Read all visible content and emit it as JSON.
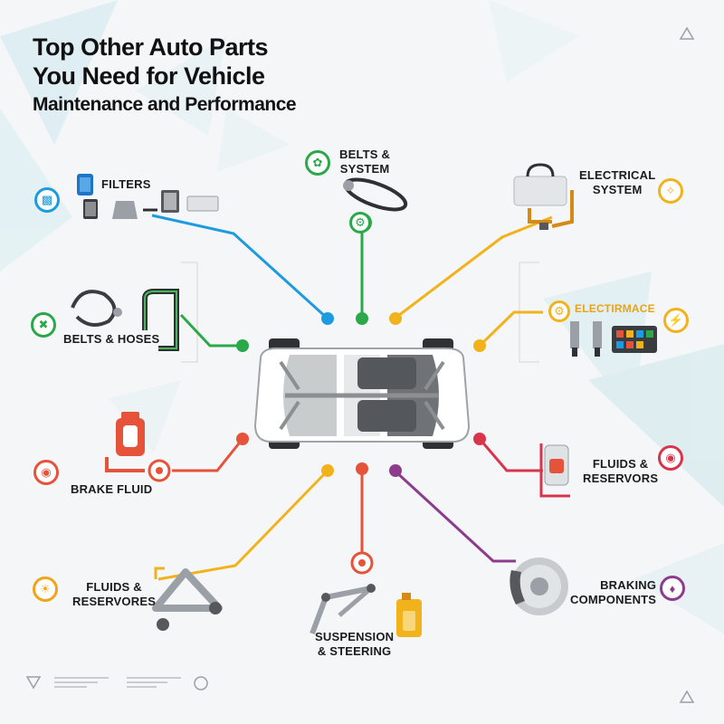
{
  "title": {
    "line1": "Top Other Auto Parts",
    "line2": "You Need for Vehicle",
    "line3": "Maintenance and Performance"
  },
  "labels": {
    "filters": "FILTERS",
    "belts_system_1": "BELTS &",
    "belts_system_2": "SYSTEM",
    "electrical_1": "ELECTRICAL",
    "electrical_2": "SYSTEM",
    "belts_hoses": "BELTS & HOSES",
    "electrimace": "ELECTIRMACE",
    "brake_fluid": "BRAKE FLUID",
    "fluids_right_1": "FLUIDS &",
    "fluids_right_2": "RESERVORS",
    "fluids_left_1": "FLUIDS &",
    "fluids_left_2": "RESERVORES",
    "braking_1": "BRAKING",
    "braking_2": "COMPONENTS",
    "suspension_1": "SUSPENSION",
    "suspension_2": "& STEERING"
  },
  "colors": {
    "blue": "#1e9be0",
    "green": "#2aa84a",
    "yellow": "#f2b21b",
    "red": "#e5533b",
    "orange": "#f2a318",
    "purple": "#8e3b8e",
    "crimson": "#d8344c"
  },
  "icons": {
    "filters": "filter-icon",
    "belts": "leaf-icon",
    "electrical": "fan-icon",
    "belts_hoses": "wrench-icon",
    "electrimace": "lightning-icon",
    "brake_fluid": "bottle-icon",
    "fluids_right": "bottle-icon",
    "fluids_left": "oil-can-icon",
    "braking": "shield-icon"
  }
}
